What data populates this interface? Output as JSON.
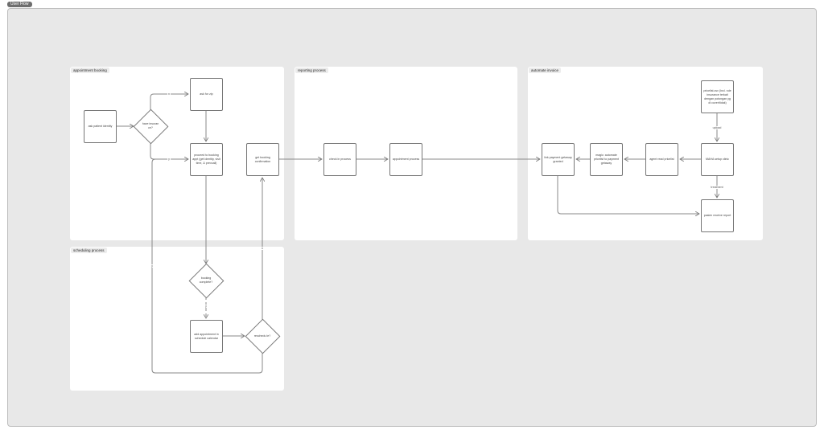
{
  "frame": {
    "title": "User Flow"
  },
  "panels": {
    "appointment_booking": "appointment booking",
    "scheduling": "scheduling process",
    "reporting": "reporting process",
    "invoice": "automate invoice"
  },
  "nodes": {
    "ask_identity": "ask patient identity",
    "have_insurance": "have insuran ce?",
    "ask_zip": "ask for zip",
    "proceed_booking": "proceed to booking appt (get identity, visit time, & prevcall)",
    "get_confirmation": "get booking confirmation",
    "booking_complete": "booking complete?",
    "add_appointment": "add appointment in schedule calendar",
    "reschedule": "reschedu le?",
    "check_in": "check in process",
    "appointment_process": "appointment process",
    "link_payment": "link payment getaway granted",
    "magic": "magic: automate pricelist to payment getaway",
    "agent_read": "agent read pricelist",
    "maha": "MAHA setup clinic",
    "pricelist": "pricelist.csv (Incl. rule insurance terkait dengan potongan yg di cover/tidak)",
    "report": "pasien receive report"
  },
  "edges": {
    "no_top": "n",
    "yes_mid": "y",
    "loop_yes": "y",
    "complete_yes": "y",
    "reschedule_no": "n",
    "upload": "upload",
    "treatment": "treatment"
  }
}
